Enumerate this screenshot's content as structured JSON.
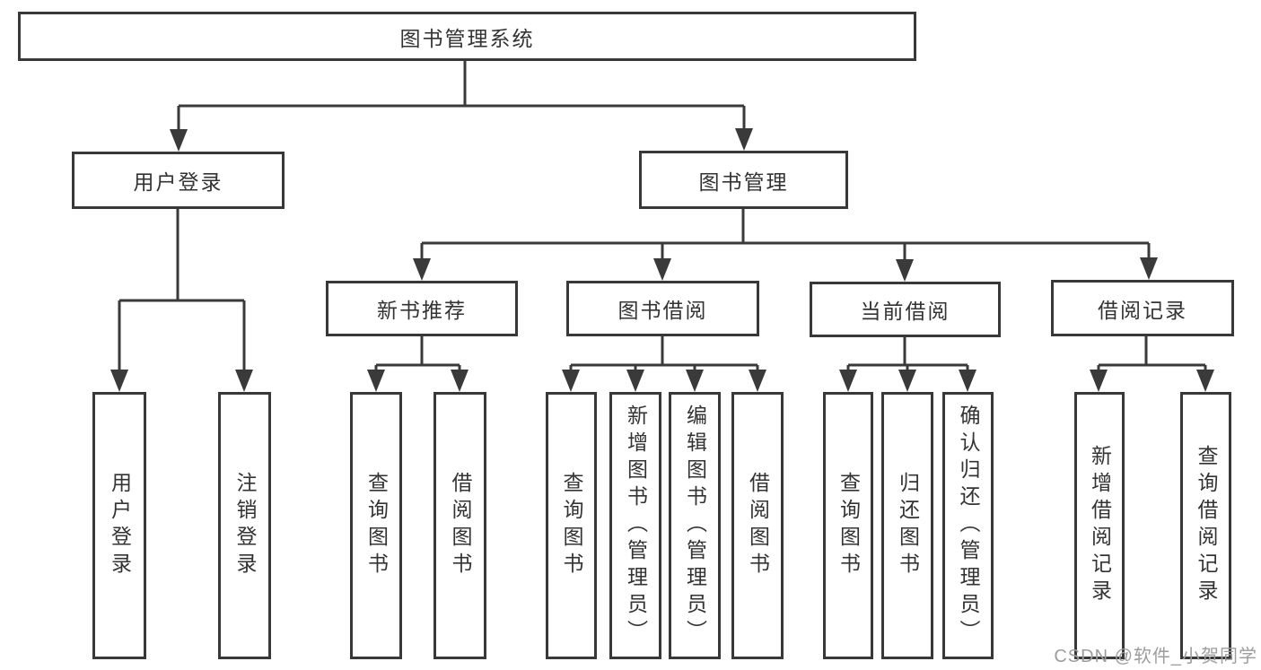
{
  "diagram": {
    "root": {
      "label": "图书管理系统"
    },
    "branches": [
      {
        "label": "用户登录",
        "children": [
          {
            "label": "用户登录"
          },
          {
            "label": "注销登录"
          }
        ]
      },
      {
        "label": "图书管理",
        "groups": [
          {
            "label": "新书推荐",
            "children": [
              {
                "label": "查询图书"
              },
              {
                "label": "借阅图书"
              }
            ]
          },
          {
            "label": "图书借阅",
            "children": [
              {
                "label": "查询图书"
              },
              {
                "label": "新增图书（管理员）"
              },
              {
                "label": "编辑图书（管理员）"
              },
              {
                "label": "借阅图书"
              }
            ]
          },
          {
            "label": "当前借阅",
            "children": [
              {
                "label": "查询图书"
              },
              {
                "label": "归还图书"
              },
              {
                "label": "确认归还（管理员）"
              }
            ]
          },
          {
            "label": "借阅记录",
            "children": [
              {
                "label": "新增借阅记录"
              },
              {
                "label": "查询借阅记录"
              }
            ]
          }
        ]
      }
    ],
    "watermark": "CSDN @软件_小贺同学",
    "colors": {
      "line": "#3a3a3a",
      "border": "#383838",
      "text": "#333333",
      "watermark": "#9d9d9d",
      "background": "#ffffff"
    }
  }
}
